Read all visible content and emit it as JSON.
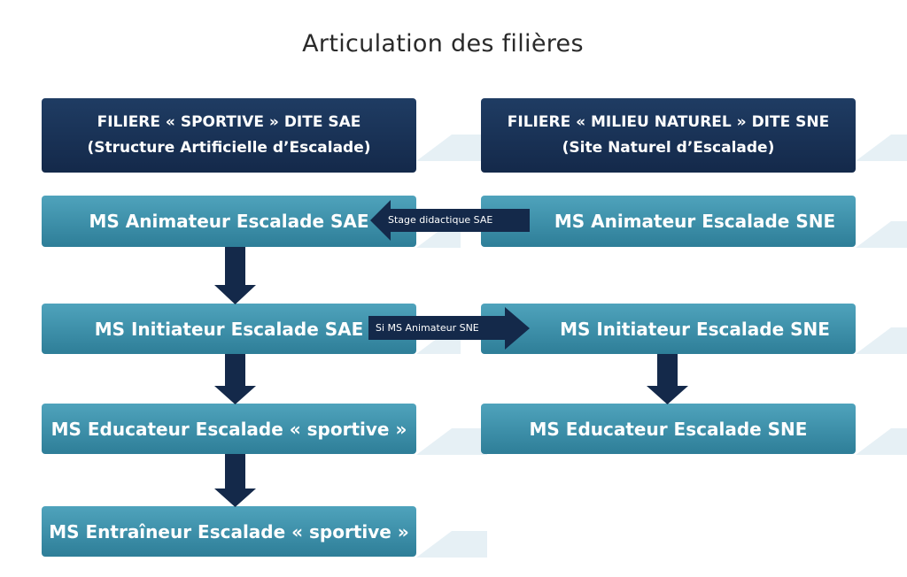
{
  "title": "Articulation des filières",
  "sae": {
    "header_line1": "FILIERE « SPORTIVE » DITE SAE",
    "header_line2": "(Structure Artificielle d’Escalade)",
    "levels": [
      "MS Animateur Escalade SAE",
      "MS Initiateur Escalade SAE",
      "MS Educateur Escalade « sportive »",
      "MS Entraîneur Escalade « sportive »"
    ]
  },
  "sne": {
    "header_line1": "FILIERE « MILIEU NATUREL » DITE SNE",
    "header_line2": "(Site Naturel d’Escalade)",
    "levels": [
      "MS Animateur Escalade SNE",
      "MS Initiateur Escalade SNE",
      "MS Educateur Escalade SNE"
    ]
  },
  "links": {
    "sne_to_sae": "Stage didactique SAE",
    "sae_to_sne": "Si MS Animateur SNE"
  },
  "colors": {
    "header": "#1a3558",
    "level": "#3f92ad",
    "arrow": "#14294a"
  }
}
